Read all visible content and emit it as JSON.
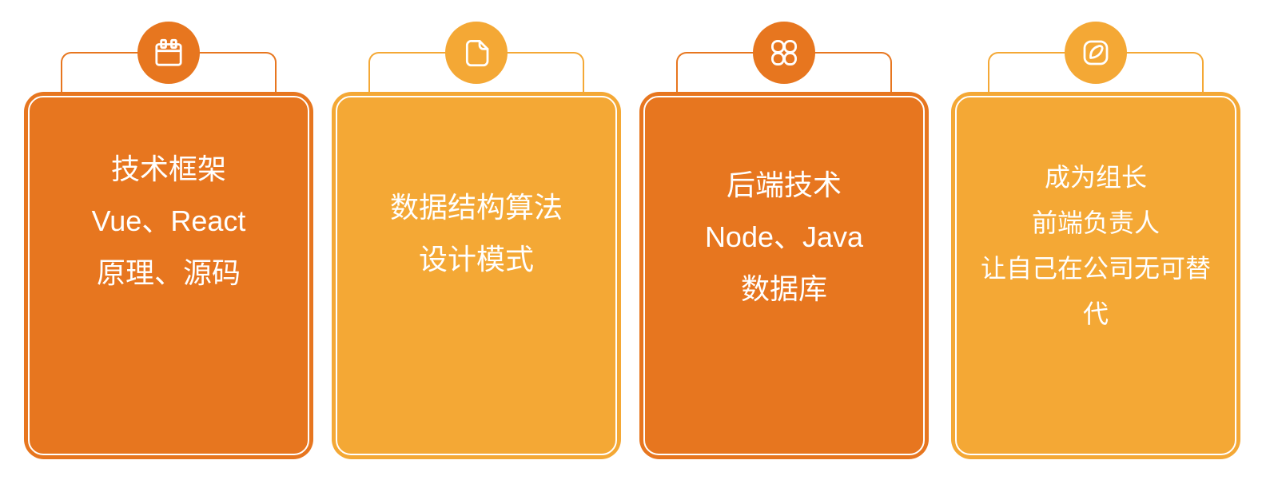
{
  "colors": {
    "dark_orange": "#E7761F",
    "amber": "#F4A835",
    "text": "#FFFFFF",
    "background": "#FFFFFF",
    "badge_icon_stroke": "#FFFFFF",
    "card_inner_stroke": "#FFFFFF"
  },
  "cards": [
    {
      "name": "tech-framework",
      "icon": "calendar-icon",
      "color": "#E7761F",
      "lines": [
        "技术框架",
        "Vue、React",
        "原理、源码"
      ]
    },
    {
      "name": "data-structure-algorithm",
      "icon": "file-icon",
      "color": "#F4A835",
      "lines": [
        "数据结构算法",
        "设计模式"
      ]
    },
    {
      "name": "backend-tech",
      "icon": "command-icon",
      "color": "#E7761F",
      "lines": [
        "后端技术",
        "Node、Java",
        "数据库"
      ]
    },
    {
      "name": "career-goal",
      "icon": "compose-icon",
      "color": "#F4A835",
      "lines": [
        "成为组长",
        "前端负责人",
        "让自己在公司无可替代"
      ]
    }
  ]
}
